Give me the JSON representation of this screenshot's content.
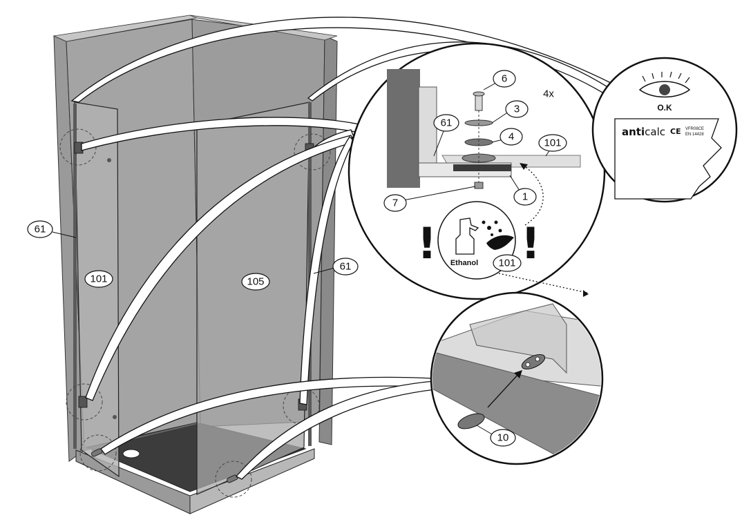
{
  "callouts": {
    "profile_left": "61",
    "profile_right": "61",
    "panel_left": "101",
    "panel_back": "105",
    "detail_glass": "101",
    "detail_profile": "61",
    "detail_screw_top": "6",
    "detail_washer_a": "3",
    "detail_washer_b": "4",
    "detail_bracket": "1",
    "detail_nut": "7",
    "cleaning_glass": "101",
    "pad": "10"
  },
  "labels": {
    "quantity": "4x",
    "inspection": "O.K",
    "ethanol": "Ethanol",
    "brand_anti": "anti",
    "brand_calc": "calc",
    "ce_mark": "CE",
    "spec_line1": "VFR08CE",
    "spec_line2": "EN 14428"
  },
  "warnings": {
    "mark_left": "!",
    "mark_right": "!"
  },
  "colors": {
    "wall": "#9e9e9e",
    "wall_dark": "#858585",
    "glass": "#b4b4b4",
    "tray": "#3c3c3c",
    "line": "#111111"
  }
}
